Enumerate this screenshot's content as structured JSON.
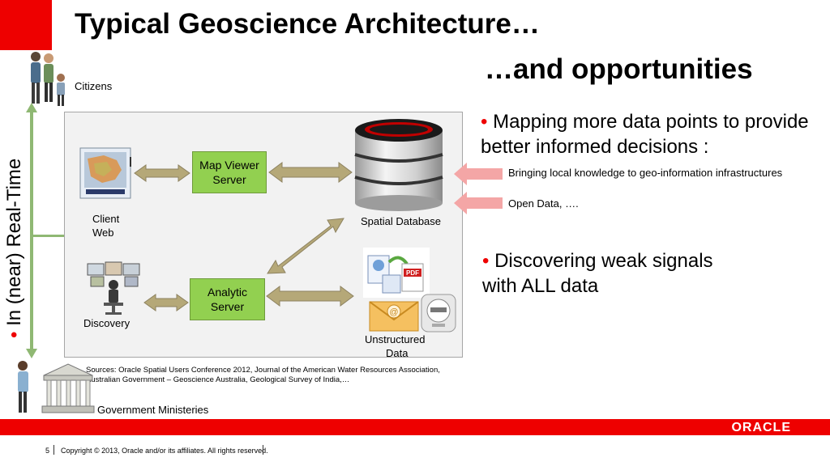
{
  "slide": {
    "title_line1": "Typical Geoscience Architecture…",
    "title_line2": "…and opportunities"
  },
  "left": {
    "citizens_label": "Citizens",
    "realtime_label": "In (near) Real-Time",
    "ministries_label": "Government Ministeries"
  },
  "diagram": {
    "client_web_label_1": "Client",
    "client_web_label_2": "Web",
    "map_viewer_line1": "Map Viewer",
    "map_viewer_line2": "Server",
    "spatial_db_label": "Spatial Database",
    "analytic_line1": "Analytic",
    "analytic_line2": "Server",
    "discovery_label": "Discovery",
    "unstructured_line1": "Unstructured",
    "unstructured_line2": "Data",
    "pdf_label": "PDF"
  },
  "sources": "Sources:  Oracle Spatial Users Conference 2012,  Journal of the American Water Resources Association, Australian Government – Geoscience Australia, Geological Survey of India,…",
  "right": {
    "bullet1_line1": "Mapping more data points to provide",
    "bullet1_line2": "better informed decisions :",
    "sub1": "Bringing local knowledge to geo-information infrastructures",
    "sub2": "Open Data, ….",
    "bullet2_line1": "Discovering weak signals",
    "bullet2_line2": "with ALL data"
  },
  "footer": {
    "page_number": "5",
    "copyright": "Copyright © 2013, Oracle and/or its affiliates. All rights reserved.",
    "logo": "ORACLE"
  },
  "colors": {
    "oracle_red": "#ee0000",
    "green_box": "#92d050",
    "arrow_fill": "#b5a878",
    "pink_arrow": "#f4a6a6"
  },
  "icons": [
    "people-icon",
    "monitor-map-icon",
    "database-icon",
    "operator-workstation-icon",
    "documents-icon",
    "email-icon",
    "meter-icon",
    "government-building-icon",
    "person-icon"
  ]
}
